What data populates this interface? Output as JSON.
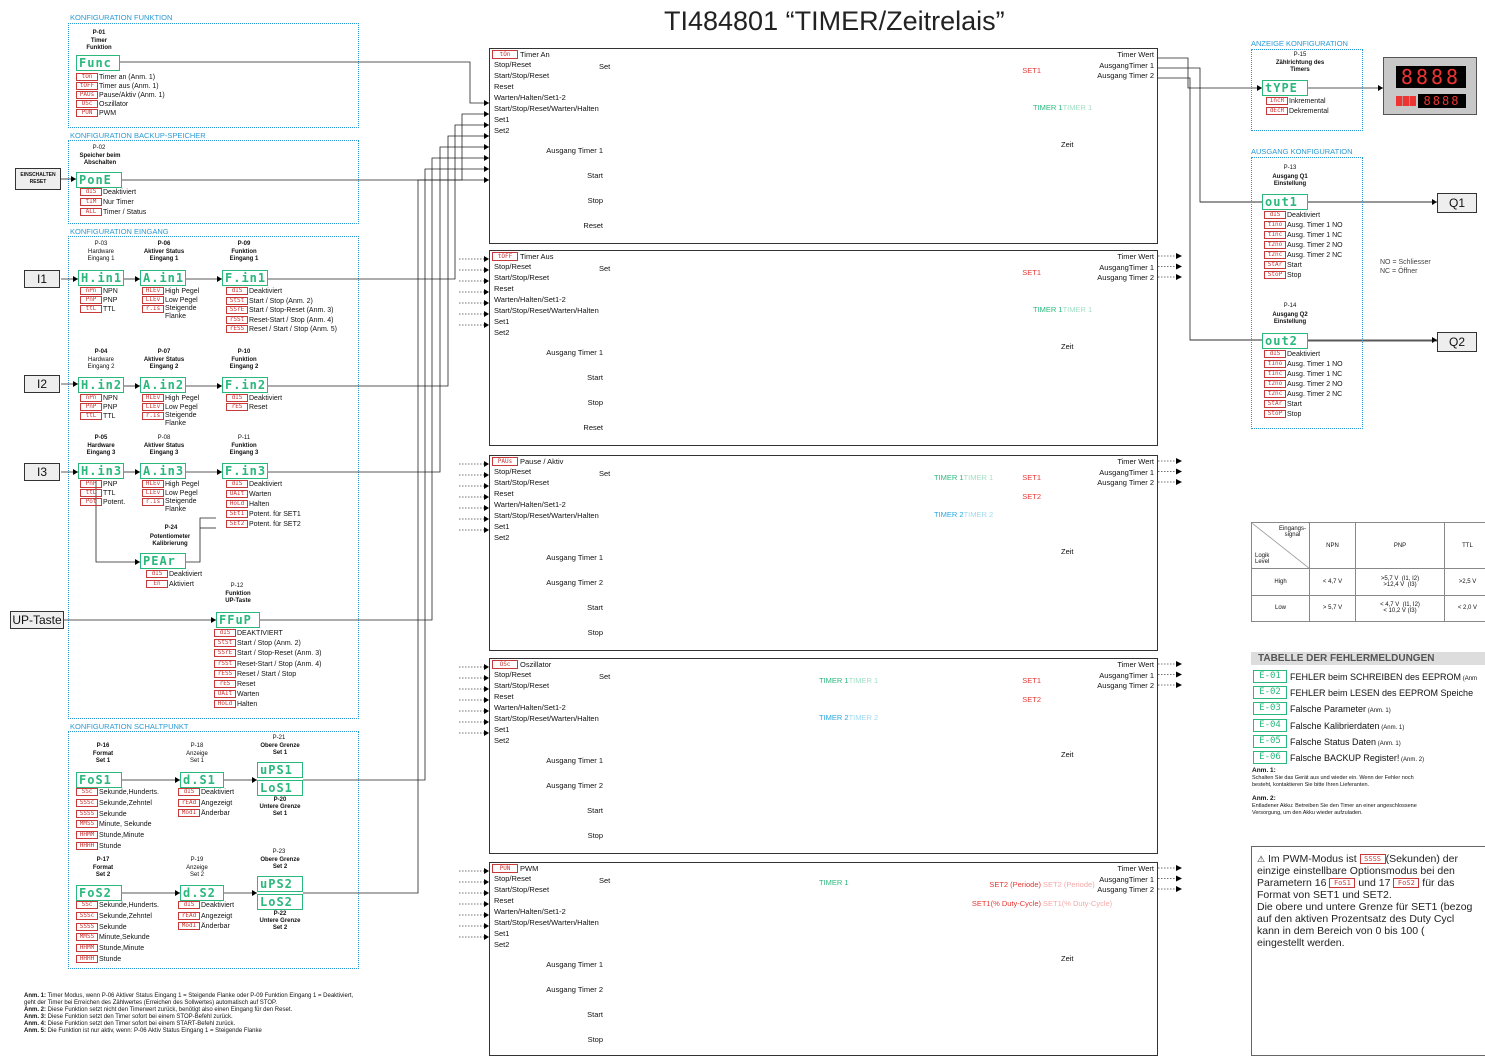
{
  "title": "TI484801 “TIMER/Zeitrelais”",
  "colors": {
    "accent": "#2a9ad6",
    "lcd_green": "#2ab87d",
    "lcd_red": "#c83a3a",
    "set_line": "#e53935",
    "timer1": "#2ab87d",
    "timer2": "#29a8e0",
    "bar": "#bdbdbd"
  },
  "sections": {
    "funktion": "KONFIGURATION FUNKTION",
    "backup": "KONFIGURATION BACKUP-SPEICHER",
    "eingang": "KONFIGURATION EINGANG",
    "schaltpunkt": "KONFIGURATION SCHALTPUNKT",
    "anzeige": "ANZEIGE KONFIGURATION",
    "ausgang": "AUSGANG KONFIGURATION"
  },
  "p01": {
    "code": "P-01",
    "name": "Timer\nFunktion",
    "lcd": "Func",
    "options": [
      {
        "ic": "tOn",
        "t": "Timer an (Anm. 1)"
      },
      {
        "ic": "tOFF",
        "t": "Timer aus (Anm. 1)"
      },
      {
        "ic": "PAUs",
        "t": "Pause/Aktiv (Anm. 1)"
      },
      {
        "ic": "OSc",
        "t": "Oszillator"
      },
      {
        "ic": "PUN",
        "t": "PWM"
      }
    ]
  },
  "p02": {
    "code": "P-02",
    "name": "Speicher beim\nAbschalten",
    "lcd": "PonE",
    "reset_label": "EINSCHALTEN\nRESET",
    "options": [
      {
        "ic": "dIS",
        "t": "Deaktiviert"
      },
      {
        "ic": "tIM",
        "t": "Nur Timer"
      },
      {
        "ic": "ALL",
        "t": "Timer / Status"
      }
    ]
  },
  "p03": {
    "code": "P-03",
    "name": "Hardware\nEingang 1",
    "lcd": "H.in1",
    "options": [
      {
        "ic": "nPn",
        "t": "NPN"
      },
      {
        "ic": "PnP",
        "t": "PNP"
      },
      {
        "ic": "ttL",
        "t": "TTL"
      }
    ]
  },
  "p06": {
    "code": "P-06",
    "name": "Aktiver Status\nEingang 1",
    "lcd": "A.in1",
    "options": [
      {
        "ic": "HLEv",
        "t": "High Pegel"
      },
      {
        "ic": "LLEv",
        "t": "Low Pegel"
      },
      {
        "ic": "r.Is",
        "t": "Steigende\nFlanke"
      }
    ]
  },
  "p09": {
    "code": "P-09",
    "name": "Funktion\nEingang 1",
    "lcd": "F.in1",
    "options": [
      {
        "ic": "dIS",
        "t": "Deaktiviert"
      },
      {
        "ic": "StSt",
        "t": "Start / Stop (Anm. 2)"
      },
      {
        "ic": "SSrE",
        "t": "Start / Stop-Reset  (Anm. 3)"
      },
      {
        "ic": "rSSt",
        "t": "Reset-Start / Stop  (Anm. 4)"
      },
      {
        "ic": "rESS",
        "t": "Reset / Start / Stop  (Anm. 5)"
      }
    ]
  },
  "p04": {
    "code": "P-04",
    "name": "Hardware\nEingang 2",
    "lcd": "H.in2",
    "options": [
      {
        "ic": "nPn",
        "t": "NPN"
      },
      {
        "ic": "PnP",
        "t": "PNP"
      },
      {
        "ic": "ttL",
        "t": "TTL"
      }
    ]
  },
  "p07": {
    "code": "P-07",
    "name": "Aktiver Status\nEingang 2",
    "lcd": "A.in2",
    "options": [
      {
        "ic": "HLEv",
        "t": "High Pegel"
      },
      {
        "ic": "LLEv",
        "t": "Low Pegel"
      },
      {
        "ic": "r.Is",
        "t": "Steigende\nFlanke"
      }
    ]
  },
  "p10": {
    "code": "P-10",
    "name": "Funktion\nEingang 2",
    "lcd": "F.in2",
    "options": [
      {
        "ic": "dIS",
        "t": "Deaktiviert"
      },
      {
        "ic": "rES",
        "t": "Reset"
      }
    ]
  },
  "p05": {
    "code": "P-05",
    "name": "Hardware\nEingang 3",
    "lcd": "H.in3",
    "options": [
      {
        "ic": "PnP",
        "t": "PNP"
      },
      {
        "ic": "ttL",
        "t": "TTL"
      },
      {
        "ic": "Pot",
        "t": "Potent."
      }
    ]
  },
  "p08": {
    "code": "P-08",
    "name": "Aktiver Status\nEingang 3",
    "lcd": "A.in3",
    "options": [
      {
        "ic": "HLEv",
        "t": "High Pegel"
      },
      {
        "ic": "LLEv",
        "t": "Low Pegel"
      },
      {
        "ic": "r.Is",
        "t": "Steigende\nFlanke"
      }
    ]
  },
  "p11": {
    "code": "P-11",
    "name": "Funktion\nEingang 3",
    "lcd": "F.in3",
    "options": [
      {
        "ic": "dIS",
        "t": "Deaktiviert"
      },
      {
        "ic": "UAIt",
        "t": "Warten"
      },
      {
        "ic": "HoLd",
        "t": "Halten"
      },
      {
        "ic": "SEt1",
        "t": "Potent. für SET1"
      },
      {
        "ic": "SEt2",
        "t": "Potent. für SET2"
      }
    ]
  },
  "p24": {
    "code": "P-24",
    "name": "Potentiometer\nKalibrierung",
    "lcd": "PEAr",
    "options": [
      {
        "ic": "dIS",
        "t": "Deaktiviert"
      },
      {
        "ic": "En",
        "t": "Aktiviert"
      }
    ]
  },
  "p12": {
    "code": "P-12",
    "name": "Funktion\nUP-Taste",
    "lcd": "FFuP",
    "options": [
      {
        "ic": "dIS",
        "t": "DEAKTIVIERT"
      },
      {
        "ic": "StSt",
        "t": "Start / Stop (Anm. 2)"
      },
      {
        "ic": "SSrE",
        "t": "Start / Stop-Reset (Anm. 3)"
      },
      {
        "ic": "rSSt",
        "t": "Reset-Start / Stop (Anm. 4)"
      },
      {
        "ic": "rESS",
        "t": "Reset / Start / Stop"
      },
      {
        "ic": "rES",
        "t": "Reset"
      },
      {
        "ic": "UAIt",
        "t": "Warten"
      },
      {
        "ic": "HoLd",
        "t": "Halten"
      }
    ]
  },
  "inputs": {
    "i1": "I1",
    "i2": "I2",
    "i3": "I3",
    "up": "UP-Taste"
  },
  "p16": {
    "code": "P-16",
    "name": "Format\nSet 1",
    "lcd": "FoS1",
    "options": [
      {
        "ic": "SSc",
        "t": "Sekunde,Hunderts."
      },
      {
        "ic": "SSSc",
        "t": "Sekunde,Zehntel"
      },
      {
        "ic": "SSSS",
        "t": "Sekunde"
      },
      {
        "ic": "MMSS",
        "t": "Minute, Sekunde"
      },
      {
        "ic": "HHMM",
        "t": "Stunde,Minute"
      },
      {
        "ic": "HHHH",
        "t": "Stunde"
      }
    ]
  },
  "p18": {
    "code": "P-18",
    "name": "Anzeige\nSet 1",
    "lcd": "d.S1",
    "options": [
      {
        "ic": "dIS",
        "t": "Deaktiviert"
      },
      {
        "ic": "rEAd",
        "t": "Angezeigt"
      },
      {
        "ic": "ModI",
        "t": "Änderbar"
      }
    ]
  },
  "p21": {
    "code": "P-21",
    "name": "Obere Grenze\nSet 1",
    "lcd": "uPS1"
  },
  "p20": {
    "code": "P-20",
    "name": "Untere Grenze\nSet 1",
    "lcd": "LoS1"
  },
  "p17": {
    "code": "P-17",
    "name": "Format\nSet 2",
    "lcd": "FoS2",
    "options": [
      {
        "ic": "SSc",
        "t": "Sekunde,Hunderts."
      },
      {
        "ic": "SSSc",
        "t": "Sekunde,Zehntel"
      },
      {
        "ic": "SSSS",
        "t": "Sekunde"
      },
      {
        "ic": "MMSS",
        "t": "Minute,Sekunde"
      },
      {
        "ic": "HHMM",
        "t": "Stunde,Minute"
      },
      {
        "ic": "HHHH",
        "t": "Stunde"
      }
    ]
  },
  "p19": {
    "code": "P-19",
    "name": "Anzeige\nSet 2",
    "lcd": "d.S2",
    "options": [
      {
        "ic": "dIS",
        "t": "Deaktiviert"
      },
      {
        "ic": "rEAd",
        "t": "Angezeigt"
      },
      {
        "ic": "ModI",
        "t": "Änderbar"
      }
    ]
  },
  "p23": {
    "code": "P-23",
    "name": "Obere Grenze\nSet 2",
    "lcd": "uPS2"
  },
  "p22": {
    "code": "P-22",
    "name": "Untere Grenze\nSet 2",
    "lcd": "LoS2"
  },
  "notes": [
    {
      "b": "Anm. 1:",
      "t": " Timer Modus, wenn P-06 Aktiver Status Eingang 1 = Steigende Flanke oder P-09 Funktion Eingang 1 = Deaktiviert,"
    },
    {
      "b": "",
      "t": "geht der Timer bei Erreichen des Zählwertes  (Erreichen des Sollwertes) automatisch auf STOP."
    },
    {
      "b": "Anm. 2:",
      "t": " Diese Funktion setzt nicht den Timerwert zurück, benötigt also einen Eingang für den Reset."
    },
    {
      "b": "Anm. 3:",
      "t": " Diese Funktion setzt den Timer sofort bei einem STOP-Befehl zurück."
    },
    {
      "b": "Anm. 4:",
      "t": " Diese Funktion setzt den Timer sofort bei einem START-Befehl zurück."
    },
    {
      "b": "Anm. 5:",
      "t": " Die Funktion ist nur aktiv, wenn: P-06 Aktiv Status Eingang 1 = Steigende Flanke"
    }
  ],
  "panel_inputs": [
    "Stop/Reset",
    "Start/Stop/Reset",
    "Reset",
    "Warten/Halten/Set1-2",
    "Start/Stop/Reset/Warten/Halten",
    "Set1",
    "Set2"
  ],
  "panel_outputs": [
    "Timer Wert",
    "AusgangTimer 1",
    "Ausgang Timer 2"
  ],
  "panels": [
    {
      "ic": "tOn",
      "mode": "Timer An",
      "setlabels": [
        "SET1"
      ],
      "timerlabels": [
        {
          "t": "TIMER 1",
          "g": "TIMER 1",
          "c": "t1"
        }
      ],
      "rows": [
        "Ausgang Timer 1",
        "Start",
        "Stop",
        "Reset"
      ]
    },
    {
      "ic": "tOFF",
      "mode": "Timer Aus",
      "setlabels": [
        "SET1"
      ],
      "timerlabels": [
        {
          "t": "TIMER 1",
          "g": "TIMER 1",
          "c": "t1"
        }
      ],
      "rows": [
        "Ausgang Timer 1",
        "Start",
        "Stop",
        "Reset"
      ]
    },
    {
      "ic": "PAUs",
      "mode": "Pause / Aktiv",
      "setlabels": [
        "SET1",
        "SET2"
      ],
      "timerlabels": [
        {
          "t": "TIMER 1",
          "g": "TIMER 1",
          "c": "t1"
        },
        {
          "t": "TIMER 2",
          "g": "TIMER 2",
          "c": "t2"
        }
      ],
      "rows": [
        "Ausgang Timer 1",
        "Ausgang Timer 2",
        "Start",
        "Stop"
      ]
    },
    {
      "ic": "OSc",
      "mode": "Oszillator",
      "setlabels": [
        "SET1",
        "SET2"
      ],
      "timerlabels": [
        {
          "t": "TIMER 1",
          "g": "TIMER 1",
          "c": "t1"
        },
        {
          "t": "TIMER 2",
          "g": "TIMER 2",
          "c": "t2"
        }
      ],
      "rows": [
        "Ausgang Timer 1",
        "Ausgang Timer 2",
        "Start",
        "Stop"
      ]
    },
    {
      "ic": "PUN",
      "mode": "PWM",
      "setlabels": [
        "SET2 (Periode)",
        "SET1(% Duty-Cycle)"
      ],
      "setghosts": [
        "SET2 (Periode)",
        "SET1(% Duty-Cycle)"
      ],
      "timerlabels": [
        {
          "t": "TIMER 1",
          "g": "",
          "c": "t1"
        }
      ],
      "rows": [
        "Ausgang Timer 1",
        "Ausgang Timer 2",
        "Start",
        "Stop"
      ]
    }
  ],
  "axis": {
    "zeit": "Zeit",
    "set": "Set"
  },
  "p15": {
    "code": "P-15",
    "name": "Zählrichtung des\nTimers",
    "lcd": "tYPE",
    "options": [
      {
        "ic": "IncR",
        "t": "Inkremental"
      },
      {
        "ic": "dEcR",
        "t": "Dekremental"
      }
    ]
  },
  "display": {
    "top": "8888",
    "bot": "8888"
  },
  "p13": {
    "code": "P-13",
    "name": "Ausgang Q1\nEinstellung",
    "lcd": "out1",
    "options": [
      {
        "ic": "dIS",
        "t": "Deaktiviert"
      },
      {
        "ic": "t1no",
        "t": "Ausg. Timer 1 NO"
      },
      {
        "ic": "t1nc",
        "t": "Ausg. Timer 1 NC"
      },
      {
        "ic": "t2no",
        "t": "Ausg. Timer 2 NO"
      },
      {
        "ic": "t2nc",
        "t": "Ausg. Timer 2 NC"
      },
      {
        "ic": "StAr",
        "t": "Start"
      },
      {
        "ic": "StoP",
        "t": "Stop"
      }
    ]
  },
  "p14": {
    "code": "P-14",
    "name": "Ausgang Q2\nEinstellung",
    "lcd": "out2",
    "options": [
      {
        "ic": "dIS",
        "t": "Deaktiviert"
      },
      {
        "ic": "t1no",
        "t": "Ausg. Timer 1 NO"
      },
      {
        "ic": "t1nc",
        "t": "Ausg. Timer 1 NC"
      },
      {
        "ic": "t2no",
        "t": "Ausg. Timer 2 NO"
      },
      {
        "ic": "t2nc",
        "t": "Ausg. Timer 2 NC"
      },
      {
        "ic": "StAr",
        "t": "Start"
      },
      {
        "ic": "StoP",
        "t": "Stop"
      }
    ]
  },
  "outputs": {
    "q1": "Q1",
    "q2": "Q2",
    "no": "NO = Schliesser",
    "nc": "NC = Öffner"
  },
  "logic_table": {
    "h1": "Eingangs-\nsignal",
    "h2": "Logik\nLevel",
    "cols": [
      "NPN",
      "PNP",
      "TTL"
    ],
    "rows": [
      {
        "l": "High",
        "v": [
          "< 4,7 V",
          ">5,7 V  (I1, I2)\n>12,4 V  (I3)",
          ">2,5 V"
        ]
      },
      {
        "l": "Low",
        "v": [
          "> 5,7 V",
          "< 4,7 V  (I1, I2)\n< 10,2 V (I3)",
          "< 2,0 V"
        ]
      }
    ]
  },
  "errors": {
    "title": "TABELLE DER FEHLERMELDUNGEN",
    "items": [
      {
        "ic": "E-01",
        "t": "FEHLER beim SCHREIBEN des EEPROM",
        "a": " (Anm"
      },
      {
        "ic": "E-02",
        "t": "FEHLER beim LESEN des EEPROM Speiche",
        "a": ""
      },
      {
        "ic": "E-03",
        "t": "Falsche Parameter",
        "a": " (Anm. 1)"
      },
      {
        "ic": "E-04",
        "t": "Falsche Kalibrierdaten",
        "a": " (Anm. 1)"
      },
      {
        "ic": "E-05",
        "t": "Falsche Status Daten",
        "a": " (Anm. 1)"
      },
      {
        "ic": "E-06",
        "t": "Falsche BACKUP Register!",
        "a": " (Anm. 2)"
      }
    ],
    "a1": "Anm. 1:",
    "a1t1": "Schalten Sie das Gerät aus und wieder ein. Wenn der Fehler noch",
    "a1t2": "besteht, kontaktieren Sie bitte Ihren Lieferanten.",
    "a2": "Anm. 2:",
    "a2t1": "Entladener Akku: Betreiben Sie den Timer an einer angeschlossene",
    "a2t2": "Versorgung, um den Akku wieder aufzuladen."
  },
  "pwm_note": {
    "w": "⚠",
    "l1a": "Im  PWM-Modus ist",
    "ic1": "SSSS",
    "l1b": "(Sekunden) der",
    "l2": "einzige einstellbare Optionsmodus bei den",
    "l3a": "Parametern 16",
    "ic2": "FoS1",
    "l3b": "und 17",
    "ic3": "FoS2",
    "l3c": "für das",
    "l4": "Format von SET1 und SET2.",
    "l5": "Die obere und untere Grenze für SET1 (bezog",
    "l6": "auf den aktiven Prozentsatz des Duty Cycl",
    "l7": "kann in dem Bereich von 0 bis 100 (",
    "l8": "eingestellt werden."
  }
}
